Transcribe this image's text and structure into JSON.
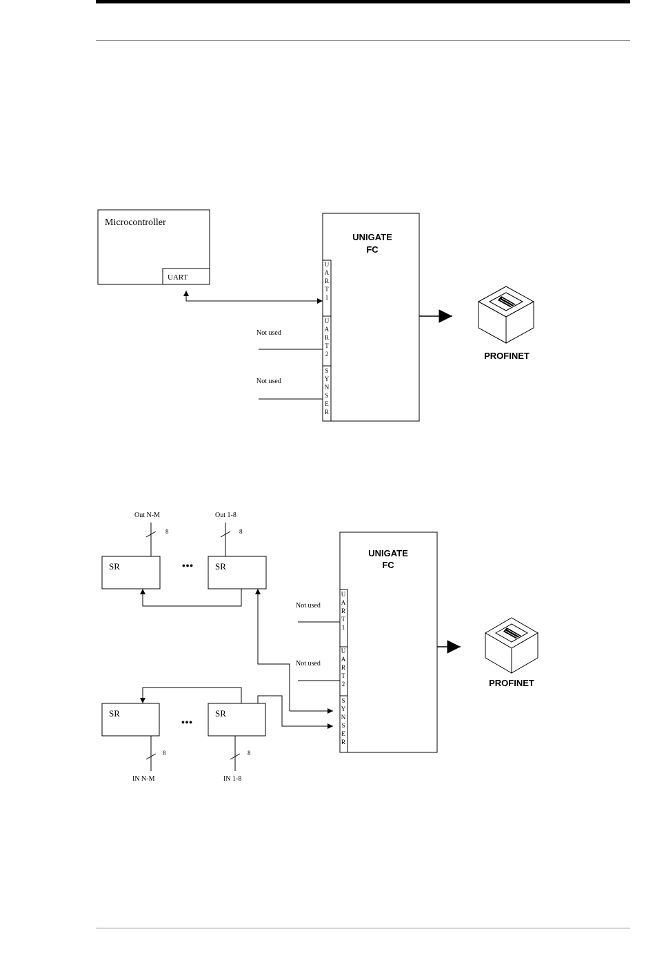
{
  "diagram1": {
    "microcontroller_label": "Microcontroller",
    "uart_label": "UART",
    "gateway": {
      "line1": "UNIGATE",
      "line2": "FC"
    },
    "ports": {
      "uart1": [
        "U",
        "A",
        "R",
        "T",
        "1"
      ],
      "uart2": [
        "U",
        "A",
        "R",
        "T",
        "2"
      ],
      "synser": [
        "S",
        "Y",
        "N",
        "S",
        "E",
        "R"
      ]
    },
    "not_used_1": "Not used",
    "not_used_2": "Not used",
    "network_label": "PROFINET"
  },
  "diagram2": {
    "out_left": "Out N-M",
    "out_right": "Out 1-8",
    "bus_width": "8",
    "sr_label": "SR",
    "ellipsis": "•••",
    "gateway": {
      "line1": "UNIGATE",
      "line2": "FC"
    },
    "ports": {
      "uart1": [
        "U",
        "A",
        "R",
        "T",
        "1"
      ],
      "uart2": [
        "U",
        "A",
        "R",
        "T",
        "2"
      ],
      "synser": [
        "S",
        "Y",
        "N",
        "S",
        "E",
        "R"
      ]
    },
    "not_used_1": "Not used",
    "not_used_2": "Not used",
    "network_label": "PROFINET",
    "in_left": "IN N-M",
    "in_right": "IN 1-8"
  }
}
